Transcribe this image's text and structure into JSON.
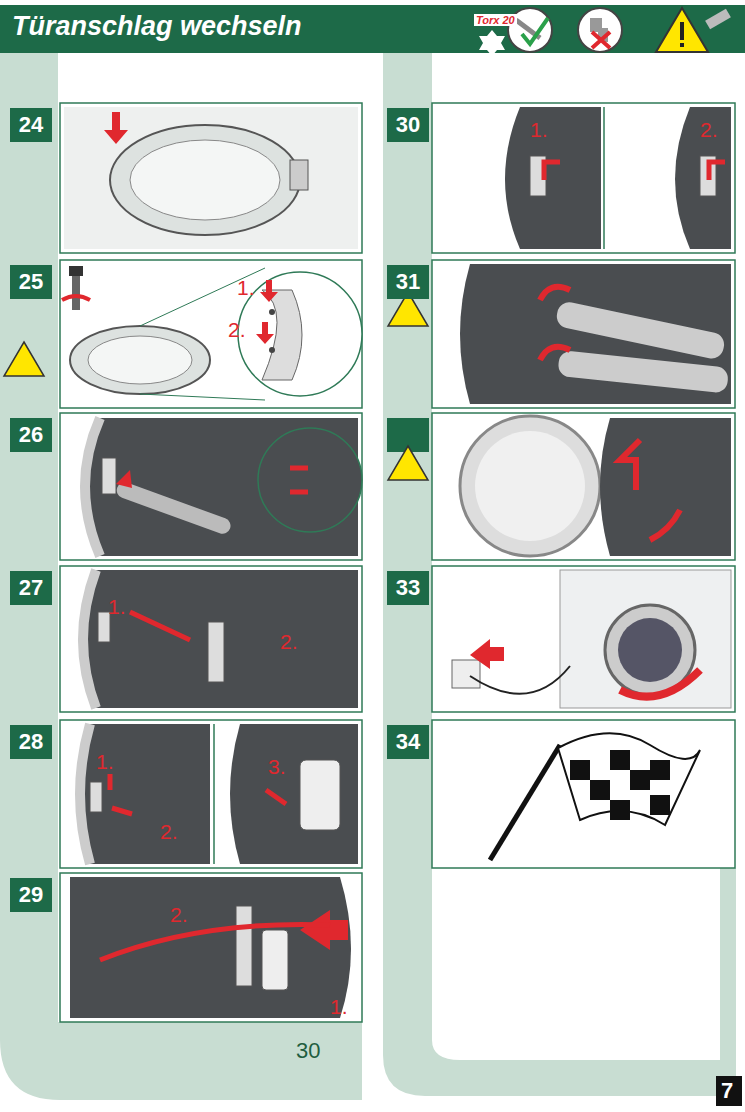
{
  "diagram": {
    "title": "Türanschlag wechseln",
    "nodes": [
      {
        "text": [
          "24"
        ]
      },
      {
        "text": [
          "25",
          "1.",
          "2."
        ]
      },
      {
        "text": [
          "26"
        ]
      },
      {
        "text": [
          "27",
          "1.",
          "2."
        ]
      },
      {
        "text": [
          "28",
          "1.",
          "2.",
          "3."
        ]
      },
      {
        "text": [
          "29",
          "2.",
          "1."
        ]
      },
      {
        "text": [
          "30",
          "1.",
          "2."
        ]
      },
      {
        "text": [
          "31"
        ]
      },
      {
        "text": [
          "33"
        ]
      },
      {
        "text": [
          "34"
        ]
      }
    ],
    "labels": [
      "Torx 20",
      "30",
      "7"
    ]
  }
}
